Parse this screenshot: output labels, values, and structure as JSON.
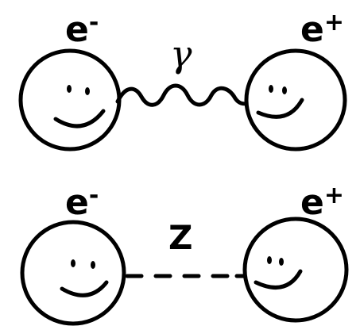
{
  "top_row": {
    "left_particle": {
      "base": "e",
      "charge": "-"
    },
    "right_particle": {
      "base": "e",
      "charge": "+"
    },
    "mediator": {
      "label": "γ",
      "line_style": "wavy"
    }
  },
  "bottom_row": {
    "left_particle": {
      "base": "e",
      "charge": "-"
    },
    "right_particle": {
      "base": "e",
      "charge": "+"
    },
    "mediator": {
      "label": "Z",
      "line_style": "dashed"
    }
  },
  "colors": {
    "ink": "#000000",
    "background": "#ffffff"
  }
}
